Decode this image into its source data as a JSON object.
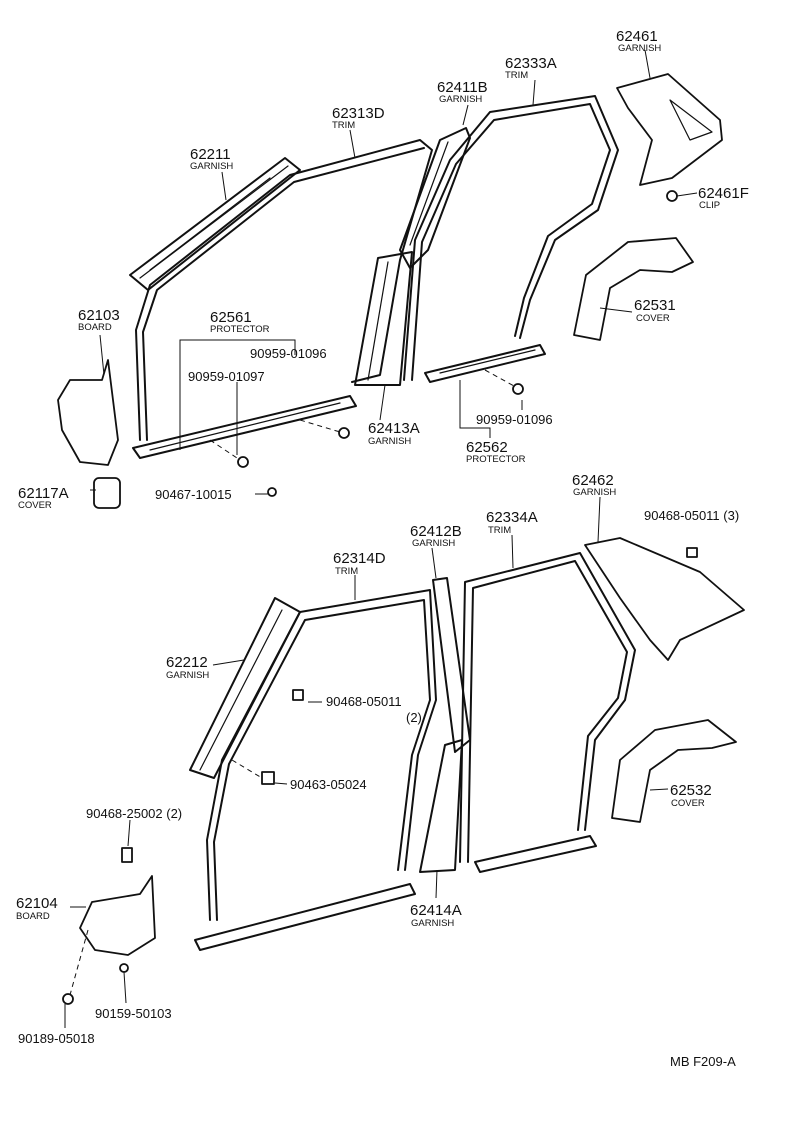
{
  "diagram": {
    "ref": "MB F209-A",
    "top": {
      "p62461": {
        "num": "62461",
        "name": "GARNISH"
      },
      "p62333A": {
        "num": "62333A",
        "name": "TRIM"
      },
      "p62411B": {
        "num": "62411B",
        "name": "GARNISH"
      },
      "p62313D": {
        "num": "62313D",
        "name": "TRIM"
      },
      "p62211": {
        "num": "62211",
        "name": "GARNISH"
      },
      "p62461F": {
        "num": "62461F",
        "name": "CLIP"
      },
      "p62103": {
        "num": "62103",
        "name": "BOARD"
      },
      "p62561": {
        "num": "62561",
        "name": "PROTECTOR"
      },
      "p62531": {
        "num": "62531",
        "name": "COVER"
      },
      "s9095901096a": "90959-01096",
      "s9095901097": "90959-01097",
      "p62413A": {
        "num": "62413A",
        "name": "GARNISH"
      },
      "s9095901096b": "90959-01096",
      "p62562": {
        "num": "62562",
        "name": "PROTECTOR"
      },
      "p62117A": {
        "num": "62117A",
        "name": "COVER"
      },
      "s9046710015": "90467-10015"
    },
    "bottom": {
      "p62462": {
        "num": "62462",
        "name": "GARNISH"
      },
      "s9046805011q": "90468-05011 (3)",
      "p62412B": {
        "num": "62412B",
        "name": "GARNISH"
      },
      "p62334A": {
        "num": "62334A",
        "name": "TRIM"
      },
      "p62314D": {
        "num": "62314D",
        "name": "TRIM"
      },
      "p62212": {
        "num": "62212",
        "name": "GARNISH"
      },
      "s9046805011": "90468-05011",
      "s9046805011qty": "(2)",
      "s9046305024": "90463-05024",
      "p62532": {
        "num": "62532",
        "name": "COVER"
      },
      "s9046825002": "90468-25002 (2)",
      "p62104": {
        "num": "62104",
        "name": "BOARD"
      },
      "p62414A": {
        "num": "62414A",
        "name": "GARNISH"
      },
      "s9015950103": "90159-50103",
      "s9018905018": "90189-05018"
    }
  }
}
